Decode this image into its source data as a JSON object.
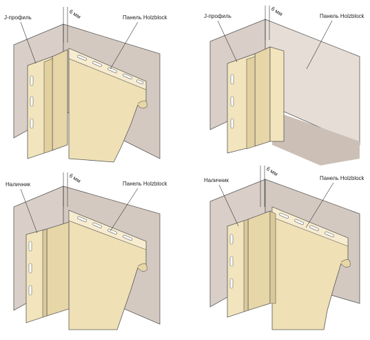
{
  "panels": [
    {
      "profile_label": "J-профиль",
      "panel_label": "Панель Holzblock",
      "gap_label": "6 мм"
    },
    {
      "profile_label": "J-профиль",
      "panel_label": "Панель Holzblock",
      "gap_label": "6 мм"
    },
    {
      "profile_label": "Наличник",
      "panel_label": "Панель Holzblock",
      "gap_label": "6 мм"
    },
    {
      "profile_label": "Наличник",
      "panel_label": "Панель Holzblock",
      "gap_label": "6 мм"
    }
  ],
  "colors": {
    "wall": "#d9cfc8",
    "wall_shadow": "#c9bdb3",
    "wall_light": "#e6ddd6",
    "siding": "#f0e2b8",
    "siding_light": "#f7ecd0",
    "siding_dark": "#d8c698",
    "shadow": "#cdb98c",
    "outline": "#555555"
  }
}
